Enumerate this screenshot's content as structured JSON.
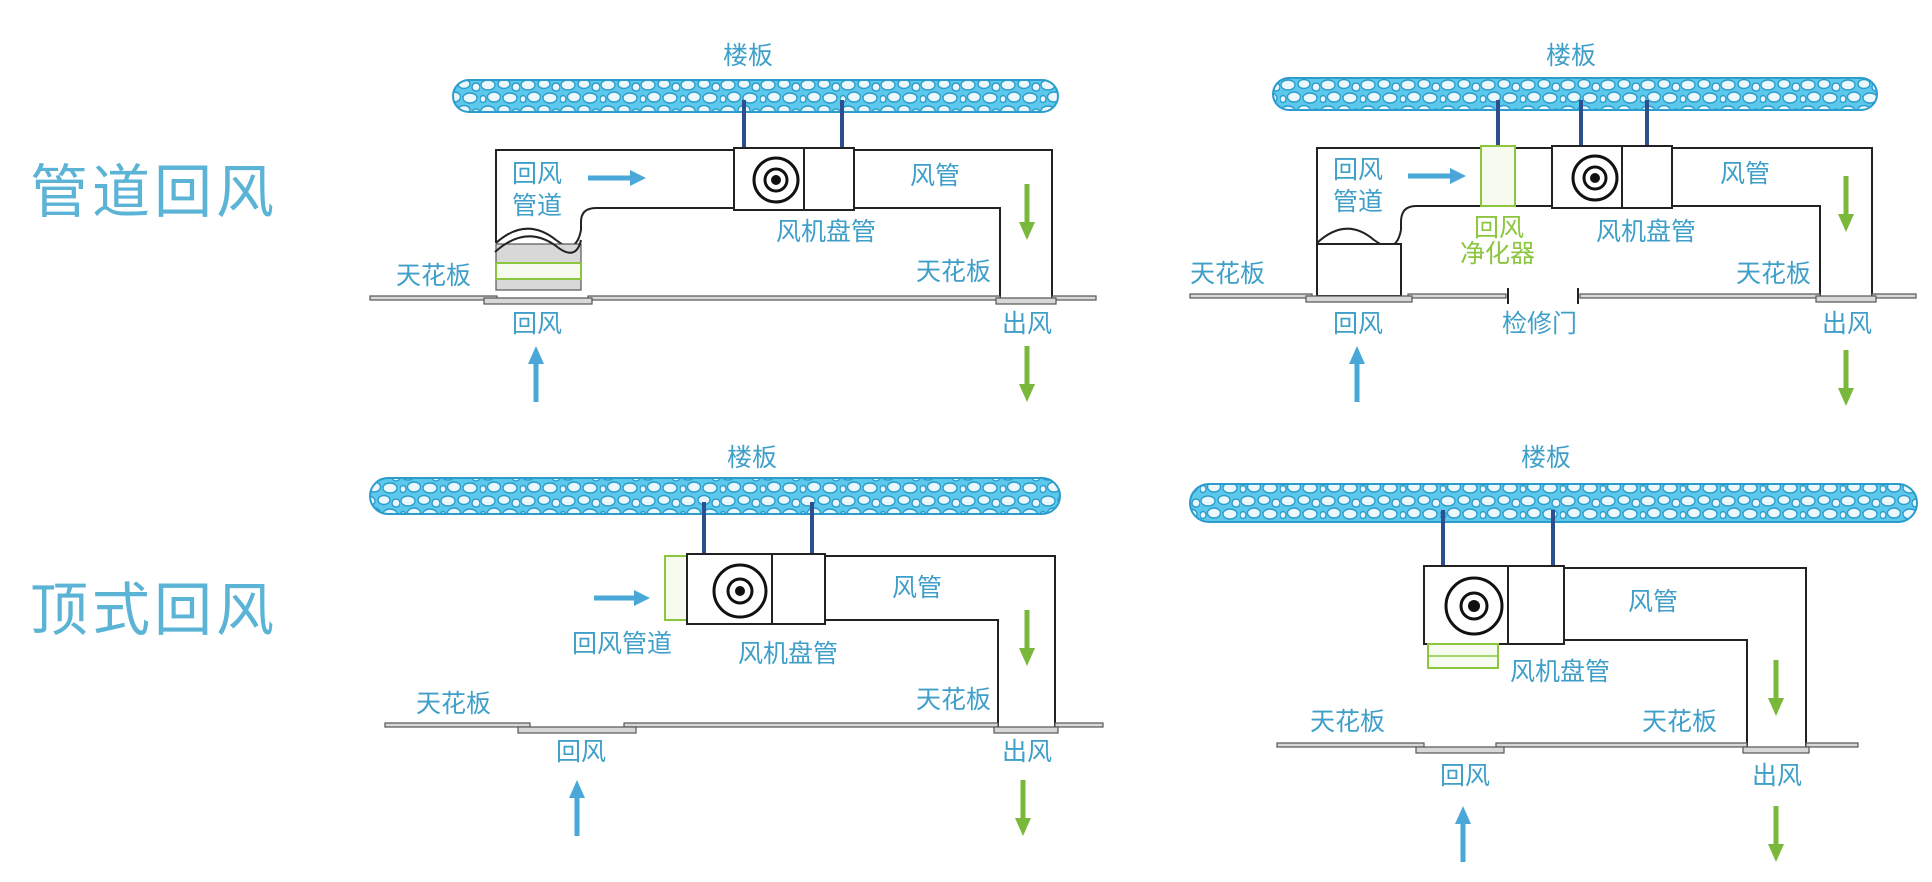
{
  "side_labels": {
    "duct_return": "管道回风",
    "top_return": "顶式回风"
  },
  "labels": {
    "floor_slab": "楼板",
    "ceiling": "天花板",
    "return_air": "回风",
    "supply_air": "出风",
    "air_duct": "风管",
    "fan_coil": "风机盘管",
    "return_duct_l1": "回风",
    "return_duct_l2": "管道",
    "return_duct": "回风管道",
    "purifier_l1": "回风",
    "purifier_l2": "净化器",
    "access_door": "检修门"
  },
  "colors": {
    "text_blue": "#3f9fc8",
    "text_green": "#8cc63f",
    "arrow_blue": "#4aa8d8",
    "arrow_green": "#7ab83b",
    "slab_fill": "#5cc8ec",
    "rod": "#2e4f8f"
  }
}
